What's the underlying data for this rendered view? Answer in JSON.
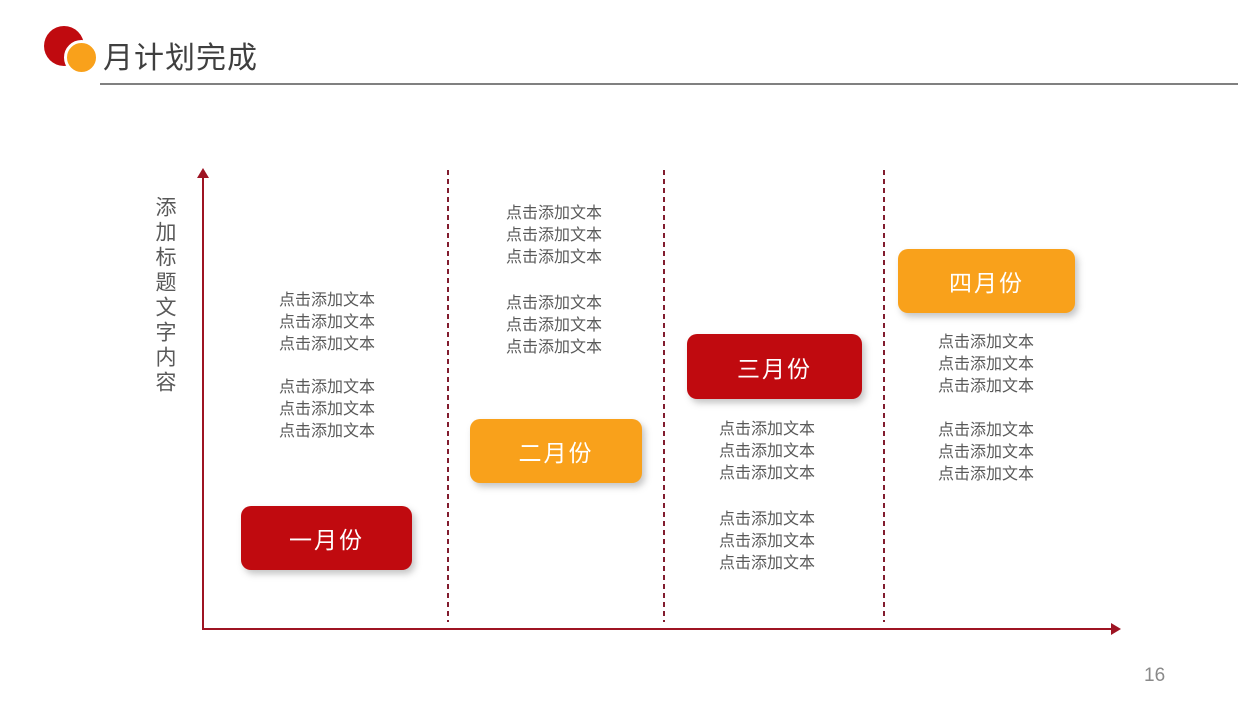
{
  "slide": {
    "title": "月计划完成",
    "page_number": "16"
  },
  "chart": {
    "y_axis_label": "添加标题文字内容",
    "placeholder_text": "点击添加文本"
  },
  "colors": {
    "button_red": "#c00a0f",
    "button_orange": "#f9a11b",
    "axis_red": "#9e1423",
    "dash_red": "#821c2e",
    "body_text_gray": "#595959",
    "title_gray": "#3f3f3f",
    "divider_gray": "#808080",
    "page_number_gray": "#8a8a8a"
  },
  "columns": [
    {
      "month_label": "一月份",
      "button_color": "red",
      "text_blocks": [
        {
          "lines": [
            "点击添加文本",
            "点击添加文本",
            "点击添加文本"
          ]
        },
        {
          "lines": [
            "点击添加文本",
            "点击添加文本",
            "点击添加文本"
          ]
        }
      ]
    },
    {
      "month_label": "二月份",
      "button_color": "orange",
      "text_blocks": [
        {
          "lines": [
            "点击添加文本",
            "点击添加文本",
            "点击添加文本"
          ]
        },
        {
          "lines": [
            "点击添加文本",
            "点击添加文本",
            "点击添加文本"
          ]
        }
      ]
    },
    {
      "month_label": "三月份",
      "button_color": "red",
      "text_blocks": [
        {
          "lines": [
            "点击添加文本",
            "点击添加文本",
            "点击添加文本"
          ]
        },
        {
          "lines": [
            "点击添加文本",
            "点击添加文本",
            "点击添加文本"
          ]
        }
      ]
    },
    {
      "month_label": "四月份",
      "button_color": "orange",
      "text_blocks": [
        {
          "lines": [
            "点击添加文本",
            "点击添加文本",
            "点击添加文本"
          ]
        },
        {
          "lines": [
            "点击添加文本",
            "点击添加文本",
            "点击添加文本"
          ]
        }
      ]
    }
  ]
}
